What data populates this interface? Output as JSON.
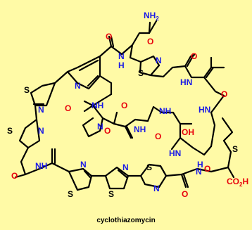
{
  "figure": {
    "caption": "cyclothiazomycin"
  },
  "atoms": {
    "amide_top": {
      "main": "NH",
      "sub": "2"
    },
    "o_top": "O",
    "o_top_left": "O",
    "n_top": "N",
    "s_top": "S",
    "nh_top": "H",
    "n_top_r": "N",
    "o_top_r": "O",
    "hn_right": "HN",
    "o_right1": "O",
    "hn_right2": "HN",
    "o_center": "O",
    "nh_center": "NH",
    "s_left_top": "S",
    "n_left_top": "N",
    "n_pyridine": "N",
    "o_left_mid": "O",
    "nh_left_mid": "NH",
    "s_left_mid": "S",
    "n_left_mid": "N",
    "o_mid": "O",
    "n_mid": "N",
    "nh_mid": "NH",
    "o_mid2": "O",
    "oh_mid": "OH",
    "hn_mid": "HN",
    "o_right3": "O",
    "s_right": "S",
    "o_left_bot": "O",
    "nh_left_bot": "NH",
    "n_bot1": "N",
    "s_bot1": "S",
    "n_bot2": "N",
    "s_bot2": "S",
    "s_bot3": "S",
    "n_bot3": "N",
    "hn_bot": "N",
    "h_bot": "H",
    "o_bot": "O",
    "co2h": {
      "main": "CO",
      "sub": "2",
      "tail": "H"
    }
  },
  "colors": {
    "background": "#FFFAA6",
    "oxygen": "#E8000B",
    "nitrogen": "#1A1AE6",
    "sulfur": "#000000",
    "bond": "#000000"
  }
}
